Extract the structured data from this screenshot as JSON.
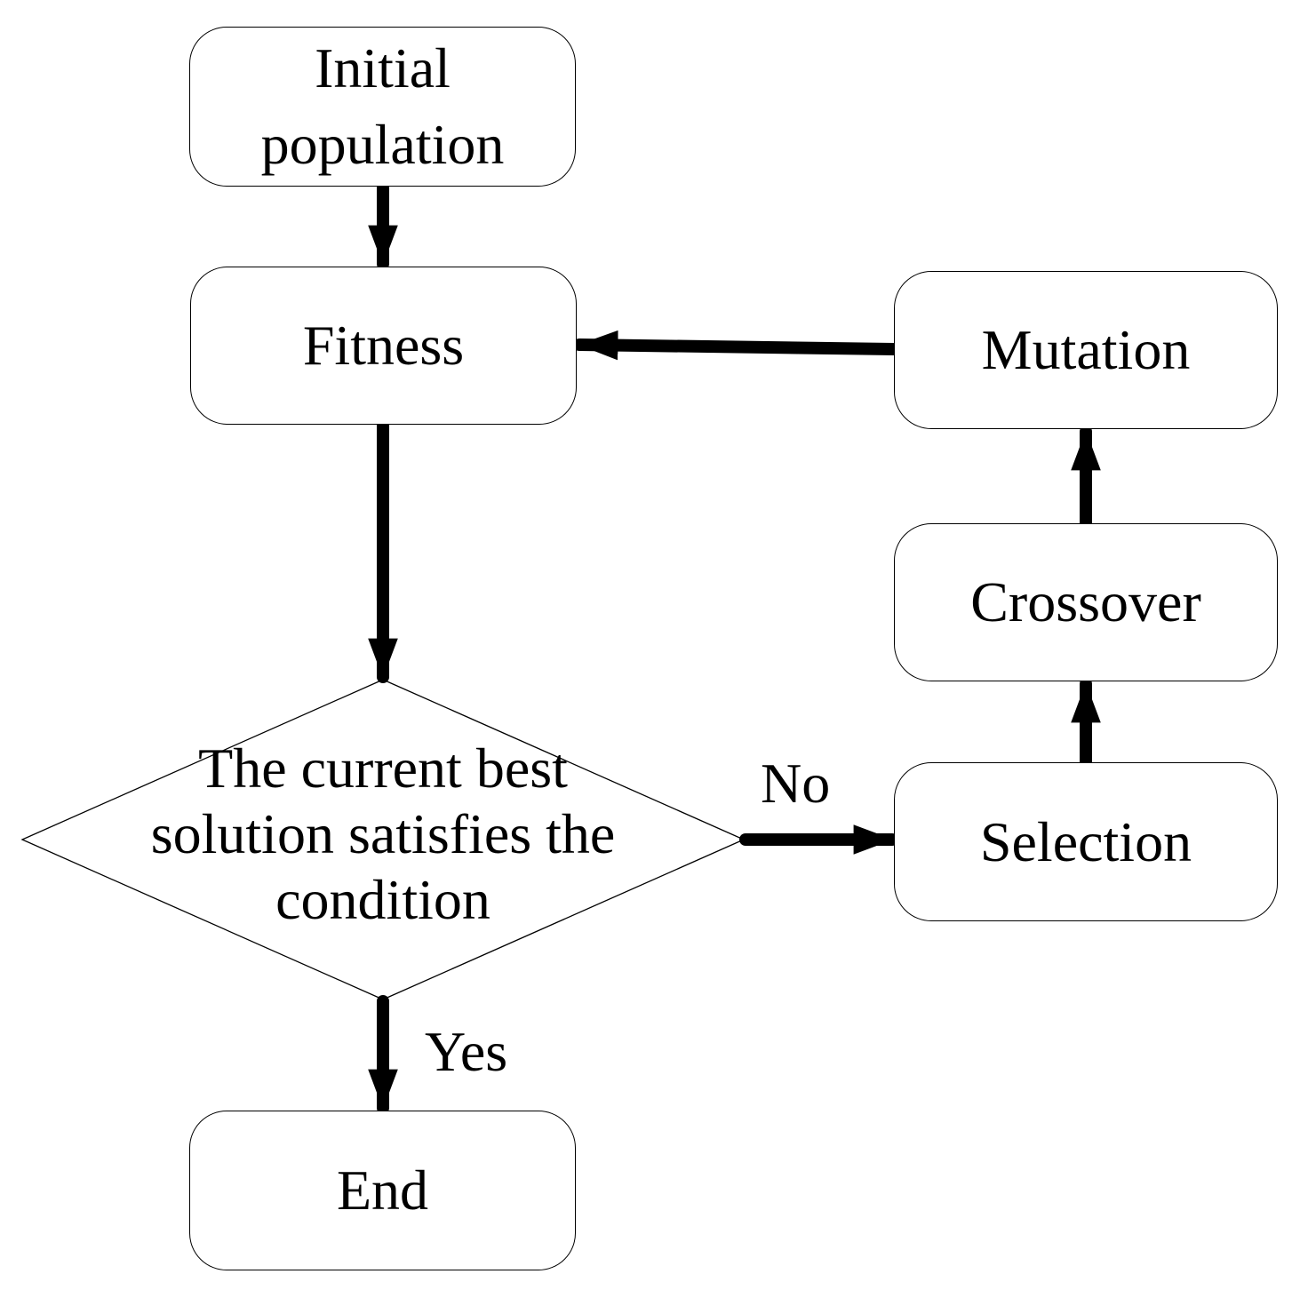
{
  "flowchart": {
    "nodes": {
      "initial_population": {
        "lines": [
          "Initial",
          "population"
        ]
      },
      "fitness": {
        "label": "Fitness"
      },
      "decision": {
        "lines": [
          "The current best",
          "solution satisfies the",
          "condition"
        ]
      },
      "end": {
        "label": "End"
      },
      "selection": {
        "label": "Selection"
      },
      "crossover": {
        "label": "Crossover"
      },
      "mutation": {
        "label": "Mutation"
      }
    },
    "edge_labels": {
      "yes": "Yes",
      "no": "No"
    },
    "colors": {
      "line": "#000000",
      "node_fill": "#ffffff",
      "text": "#000000",
      "background": "#ffffff"
    }
  }
}
